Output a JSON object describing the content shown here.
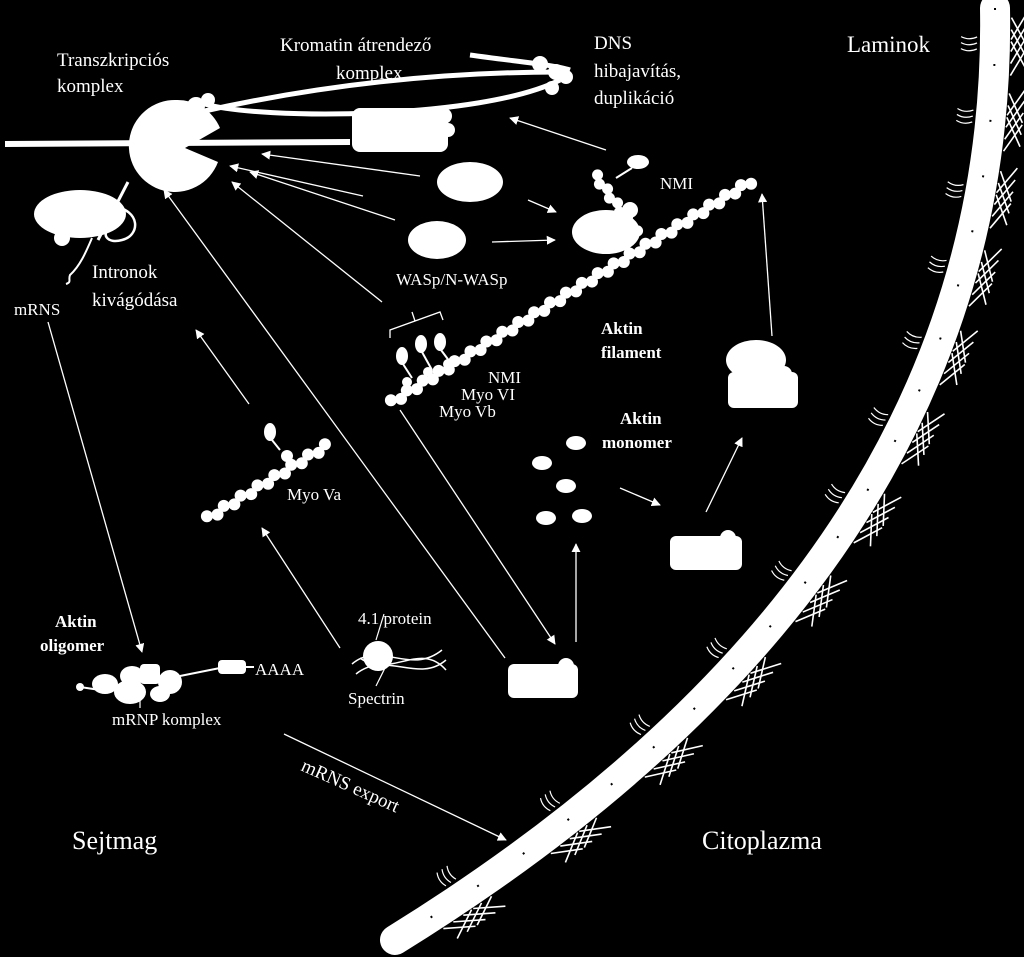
{
  "labels": {
    "transcription_complex_line1": "Transzkripciós",
    "transcription_complex_line2": "komplex",
    "chromatin_complex_line1": "Kromatin  átrendező",
    "chromatin_complex_line2": "komplex",
    "dns_line1": "DNS",
    "dns_line2": "hibajavítás,",
    "dns_line3": "duplikáció",
    "laminok": "Laminok",
    "nmi_top": "NMI",
    "wasp": "WASp/N-WASp",
    "aktin_filament_line1": "Aktin",
    "aktin_filament_line2": "filament",
    "nmi": "NMI",
    "myo_vi": "Myo VI",
    "myo_vb": "Myo Vb",
    "intronok_line1": "Intronok",
    "intronok_line2": "kivágódása",
    "mrns": "mRNS",
    "aktin_monomer_line1": "Aktin",
    "aktin_monomer_line2": "monomer",
    "myo_va": "Myo Va",
    "protein41": "4.1 protein",
    "spectrin": "Spectrin",
    "aktin_oligomer_line1": "Aktin",
    "aktin_oligomer_line2": "oligomer",
    "aaaa": "AAAA",
    "mrnp_komplex": "mRNP komplex",
    "mrns_export": "mRNS export",
    "sejtmag": "Sejtmag",
    "citoplazma": "Citoplazma"
  },
  "colors": {
    "background": "#000000",
    "foreground": "#ffffff"
  }
}
